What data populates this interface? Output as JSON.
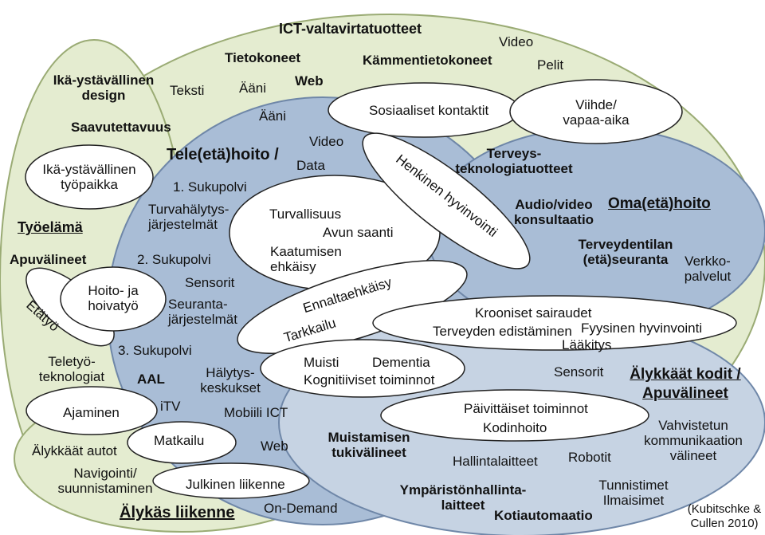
{
  "colors": {
    "green_fill": "#e4ecd0",
    "green_stroke": "#9aab74",
    "blue_fill": "#a9bdd6",
    "blue_stroke": "#6f87a8",
    "blue_light_fill": "#c6d3e3",
    "white": "#ffffff",
    "ellipse_stroke": "#222222"
  },
  "labels": {
    "ict_products": "ICT-valtavirtatuotteet",
    "tietokoneet": "Tietokoneet",
    "kammentietokoneet": "Kämmentietokoneet",
    "video_top": "Video",
    "pelit": "Pelit",
    "web_top": "Web",
    "aani_1": "Ääni",
    "aani_2": "Ääni",
    "teksti": "Teksti",
    "ika_design": "Ikä-ystävällinen\ndesign",
    "saavutettavuus": "Saavutettavuus",
    "sosiaaliset": "Sosiaaliset kontaktit",
    "viihde": "Viihde/\nvapaa-aika",
    "video_2": "Video",
    "data": "Data",
    "ika_tyopaikka": "Ikä-ystävällinen\ntyöpaikka",
    "telehoito": "Tele(etä)hoito /",
    "sukupolvi_1": "1. Sukupolvi",
    "turvahalytys": "Turvahälytys-\njärjestelmät",
    "tyoelama": "Työelämä",
    "apuvalineet": "Apuvälineet",
    "sukupolvi_2": "2. Sukupolvi",
    "sensorit": "Sensorit",
    "seuranta": "Seuranta-\njärjestelmät",
    "etatyo": "Etätyö",
    "hoito": "Hoito- ja\nhoivatyö",
    "turvallisuus": "Turvallisuus",
    "avun_saanti": "Avun saanti",
    "kaatumisen": "Kaatumisen\nehkäisy",
    "henkinen": "Henkinen hyvinvointi",
    "terveys_tuotteet": "Terveys-\nteknologiatuotteet",
    "audio_video": "Audio/video\nkonsultaatio",
    "oma_hoito": "Oma(etä)hoito",
    "terveydentila": "Terveydentilan\n(etä)seuranta",
    "verkkopalvelut": "Verkko-\npalvelut",
    "ennaltaehkaisy": "Ennaltaehkäisy",
    "tarkkailu": "Tarkkailu",
    "krooniset": "Krooniset sairaudet",
    "terveyden_edistaminen": "Terveyden edistäminen",
    "fyysinen": "Fyysinen hyvinvointi",
    "laakitys": "Lääkitys",
    "sukupolvi_3": "3. Sukupolvi",
    "teletyo": "Teletyö-\nteknologiat",
    "aal": "AAL",
    "halytyskeskukset": "Hälytys-\nkeskukset",
    "muisti": "Muisti",
    "dementia": "Dementia",
    "kognitiiviset": "Kognitiiviset toiminnot",
    "sensorit_2": "Sensorit",
    "alykkaat_kodit": "Älykkäät kodit /\nApuvälineet",
    "ajaminen": "Ajaminen",
    "itv": "iTV",
    "mobiili_ict": "Mobiili ICT",
    "paivittaiset": "Päivittäiset toiminnot",
    "kodinhoito": "Kodinhoito",
    "vahvistetun": "Vahvistetun\nkommunikaation\nvälineet",
    "alykkaat_autot": "Älykkäät autot",
    "matkailu": "Matkailu",
    "web_2": "Web",
    "muistamisen": "Muistamisen\ntukivälineet",
    "hallintalaitteet": "Hallintalaitteet",
    "robotit": "Robotit",
    "navigointi": "Navigointi/\nsuunnistaminen",
    "julkinen": "Julkinen liikenne",
    "ymparisto": "Ympäristönhallinta-\nlaitteet",
    "tunnistimet": "Tunnistimet\nIlmaisimet",
    "alykas_liikenne": "Älykäs liikenne",
    "on_demand": "On-Demand",
    "kotiautomaatio": "Kotiautomaatio",
    "citation": "(Kubitschke &\nCullen 2010)"
  }
}
